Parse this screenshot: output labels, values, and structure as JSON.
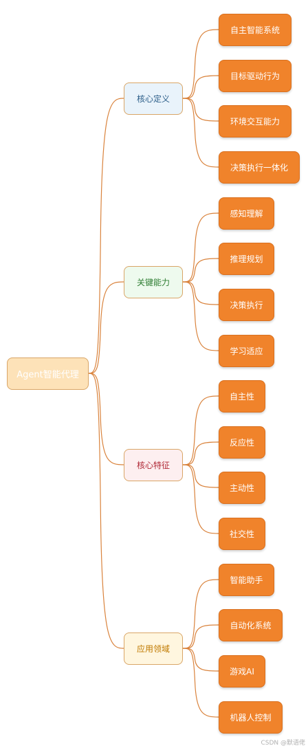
{
  "root": {
    "label": "Agent智能代理"
  },
  "branches": [
    {
      "label": "核心定义",
      "bg": "#e9f3fb",
      "text_color": "#2d5f8a",
      "children": [
        "自主智能系统",
        "目标驱动行为",
        "环境交互能力",
        "决策执行一体化"
      ]
    },
    {
      "label": "关键能力",
      "bg": "#eefaee",
      "text_color": "#2e7d32",
      "children": [
        "感知理解",
        "推理规划",
        "决策执行",
        "学习适应"
      ]
    },
    {
      "label": "核心特征",
      "bg": "#fdeff0",
      "text_color": "#b02a37",
      "children": [
        "自主性",
        "反应性",
        "主动性",
        "社交性"
      ]
    },
    {
      "label": "应用领域",
      "bg": "#fff6df",
      "text_color": "#c07a00",
      "children": [
        "智能助手",
        "自动化系统",
        "游戏AI",
        "机器人控制"
      ]
    }
  ],
  "colors": {
    "connector": "#d9823b",
    "leaf_bg": "#f0832b",
    "root_bg": "#fde2b8"
  },
  "watermark": "CSDN @默语佬"
}
